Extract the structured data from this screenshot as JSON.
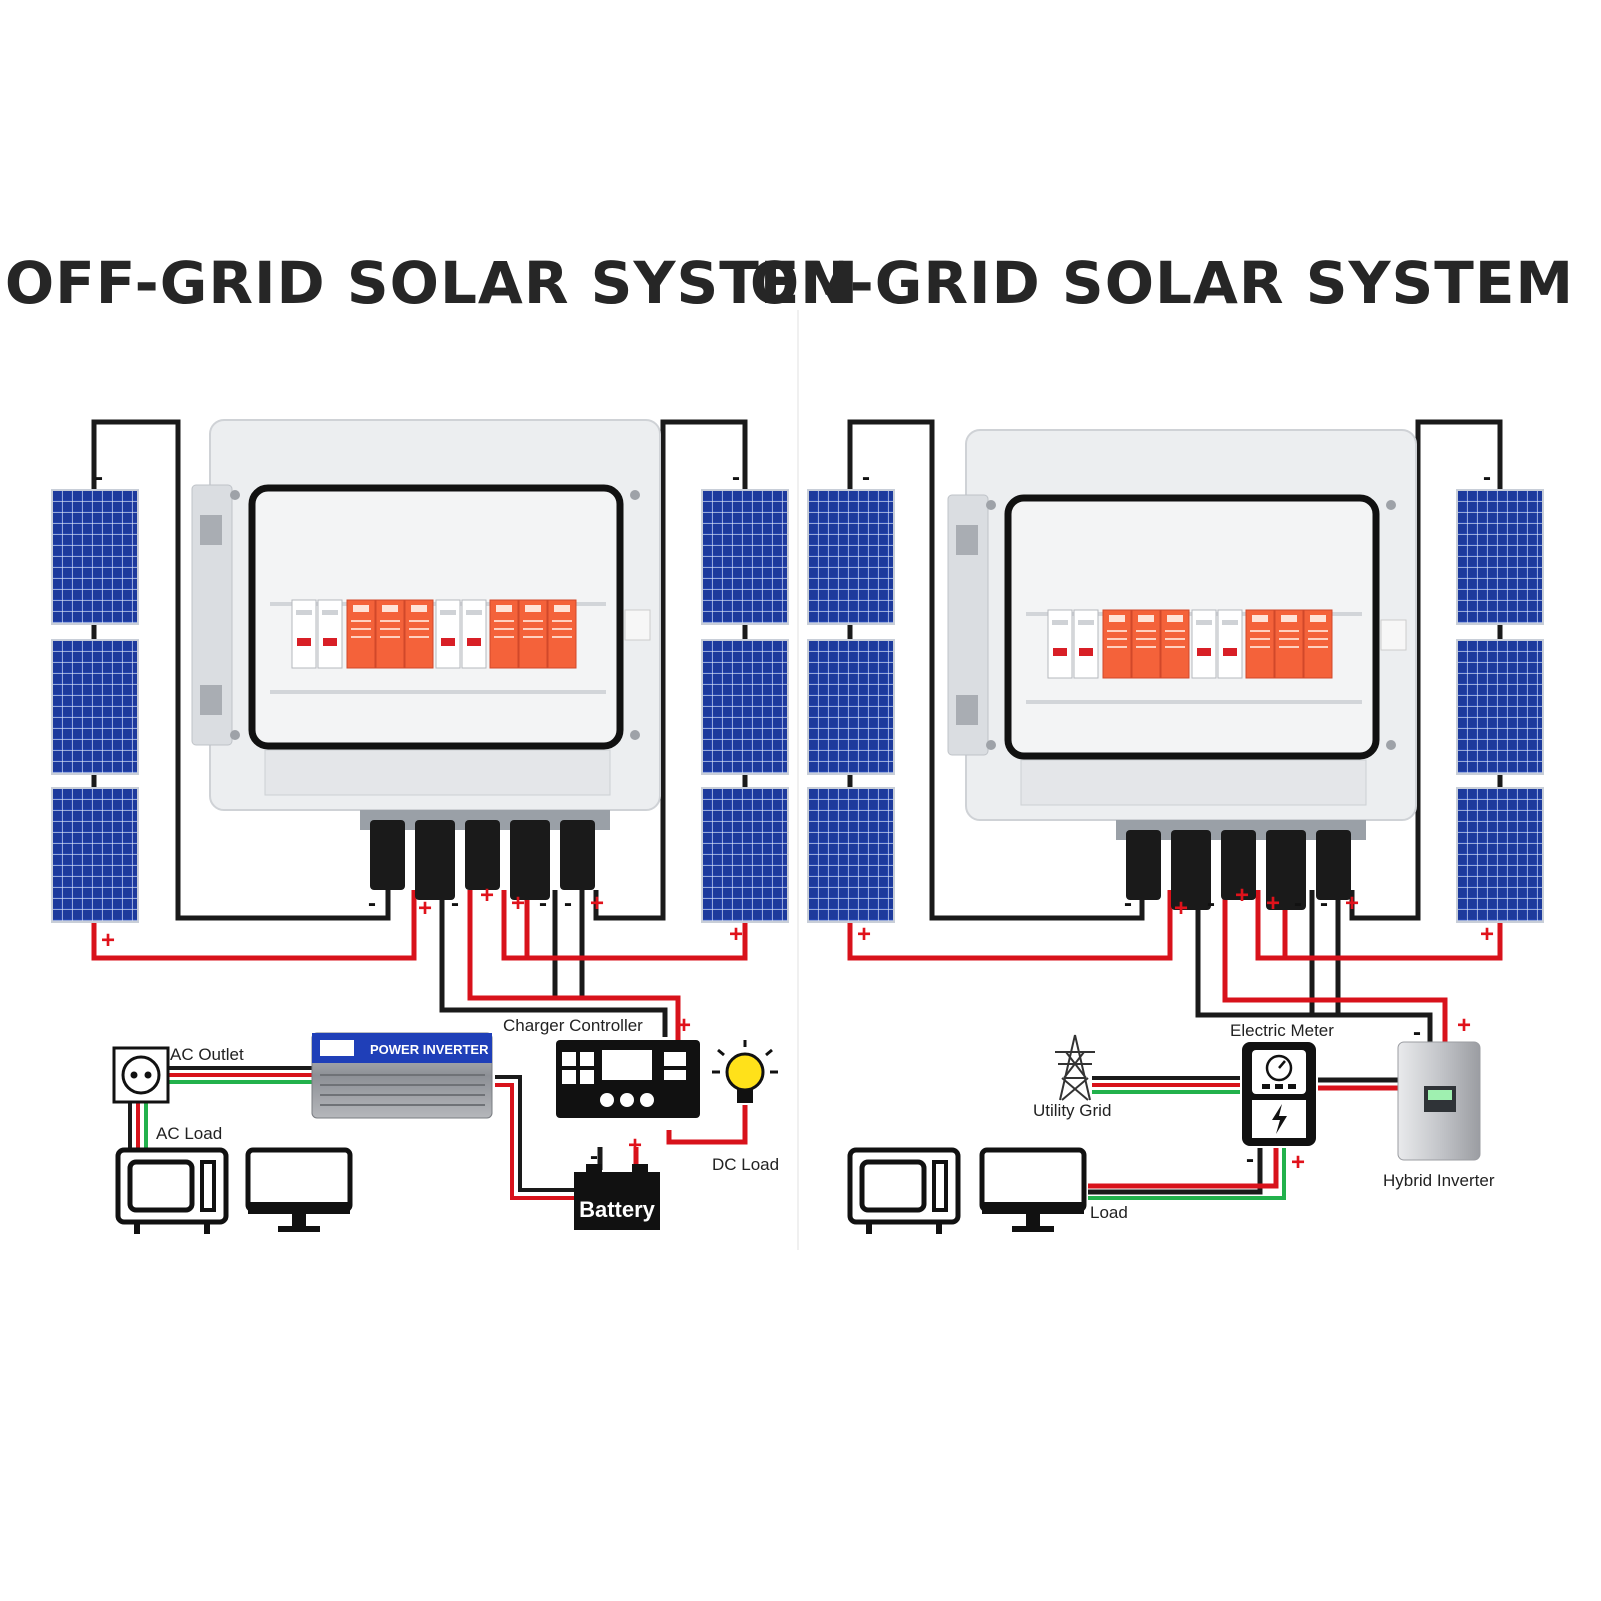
{
  "colors": {
    "positive_wire": "#d8121b",
    "negative_wire": "#1a1a1a",
    "ground_wire": "#22b14c",
    "panel_blue": "#1f3fa8",
    "breaker_orange": "#f4623a",
    "enclosure_grey": "#e6e8ea"
  },
  "off_grid": {
    "title": "OFF-GRID SOLAR SYSTEM",
    "labels": {
      "ac_outlet": "AC Outlet",
      "ac_load": "AC Load",
      "inverter": "POWER INVERTER",
      "charger": "Charger Controller",
      "dc_load": "DC Load",
      "battery": "Battery"
    },
    "icons": [
      "solar-panel-icon",
      "combiner-box-icon",
      "outlet-icon",
      "inverter-icon",
      "charge-controller-icon",
      "bulb-icon",
      "battery-icon",
      "microwave-icon",
      "monitor-icon"
    ]
  },
  "on_grid": {
    "title": "ON-GRID SOLAR SYSTEM",
    "labels": {
      "utility_grid": "Utility Grid",
      "meter": "Electric Meter",
      "hybrid_inverter": "Hybrid Inverter",
      "load": "Load"
    },
    "icons": [
      "solar-panel-icon",
      "combiner-box-icon",
      "tower-icon",
      "meter-icon",
      "hybrid-inverter-icon",
      "microwave-icon",
      "monitor-icon"
    ]
  },
  "polarity": {
    "plus": "+",
    "minus": "-"
  }
}
